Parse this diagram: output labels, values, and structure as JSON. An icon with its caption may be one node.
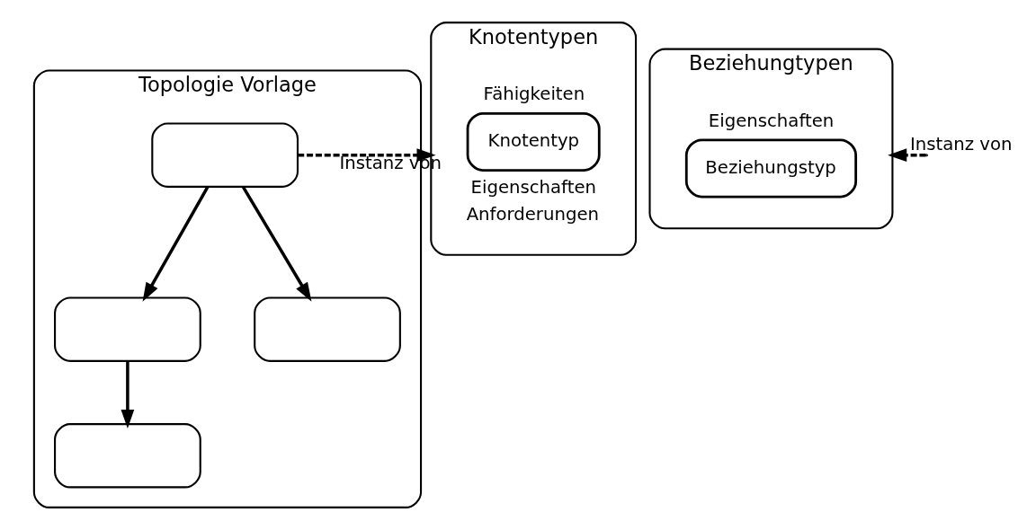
{
  "diagram": {
    "nodes": [
      {
        "text": [
          "Topologie Vorlage"
        ]
      },
      {
        "text": [],
        "shape": "box",
        "in": 0
      },
      {
        "text": [],
        "shape": "box",
        "in": 0
      },
      {
        "text": [],
        "shape": "box",
        "in": 0
      },
      {
        "text": [],
        "shape": "box",
        "in": 0
      },
      {
        "text": [
          "Knotentypen"
        ]
      },
      {
        "text": [
          "Knotentyp"
        ],
        "in": 5,
        "beside": [
          "Fähigkeiten",
          "Eigenschaften",
          "Anforderungen"
        ]
      },
      {
        "text": [
          "Beziehungtypen"
        ]
      },
      {
        "text": [
          "Beziehungstyp"
        ],
        "in": 7,
        "beside": [
          "Eigenschaften"
        ]
      }
    ],
    "edges": [
      {
        "from": 1,
        "to": 2,
        "arrow": "to"
      },
      {
        "from": 1,
        "to": 3,
        "arrow": "to"
      },
      {
        "from": 2,
        "to": 4,
        "arrow": "to"
      },
      {
        "from": 1,
        "to": 5,
        "arrow": "to",
        "label": "Instanz von",
        "style": "dashed"
      },
      {
        "from": null,
        "to": 7,
        "arrow": "to",
        "label": "Instanz von",
        "style": "dashed"
      }
    ]
  }
}
